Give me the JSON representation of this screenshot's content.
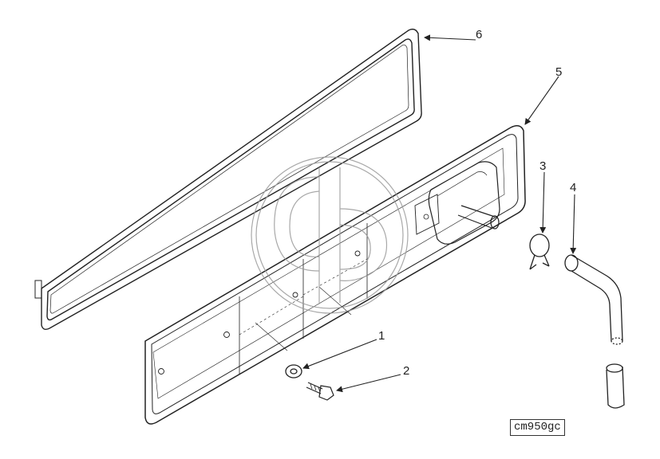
{
  "callouts": [
    "1",
    "2",
    "3",
    "4",
    "5",
    "6"
  ],
  "figure_code": "cm950gc",
  "watermark": "CP",
  "colors": {
    "line": "#222222",
    "watermark": "#9a9a9a"
  }
}
